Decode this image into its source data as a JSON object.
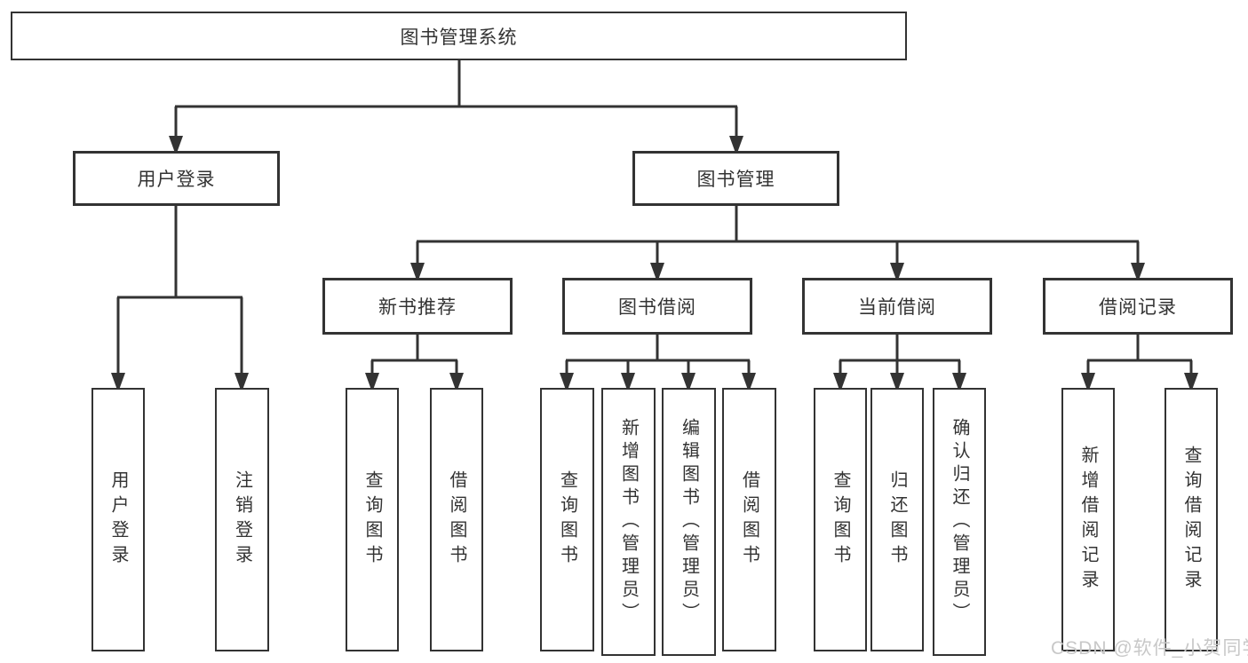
{
  "diagram": {
    "root": {
      "label": "图书管理系统"
    },
    "level2": [
      {
        "label": "用户登录"
      },
      {
        "label": "图书管理"
      }
    ],
    "level3": [
      {
        "label": "新书推荐"
      },
      {
        "label": "图书借阅"
      },
      {
        "label": "当前借阅"
      },
      {
        "label": "借阅记录"
      }
    ],
    "leaves": {
      "user_login": [
        {
          "label": "用户登录"
        },
        {
          "label": "注销登录"
        }
      ],
      "new_books": [
        {
          "label": "查询图书"
        },
        {
          "label": "借阅图书"
        }
      ],
      "book_borrow": [
        {
          "label": "查询图书"
        },
        {
          "label": "新增图书（管理员）"
        },
        {
          "label": "编辑图书（管理员）"
        },
        {
          "label": "借阅图书"
        }
      ],
      "current_borrow": [
        {
          "label": "查询图书"
        },
        {
          "label": "归还图书"
        },
        {
          "label": "确认归还（管理员）"
        }
      ],
      "borrow_records": [
        {
          "label": "新增借阅记录"
        },
        {
          "label": "查询借阅记录"
        }
      ]
    }
  },
  "watermark": {
    "text": "CSDN @软件_小贺同学"
  },
  "colors": {
    "line": "#333333",
    "text": "#333333",
    "watermark_gray": "#c8c8c8",
    "background": "#ffffff"
  }
}
